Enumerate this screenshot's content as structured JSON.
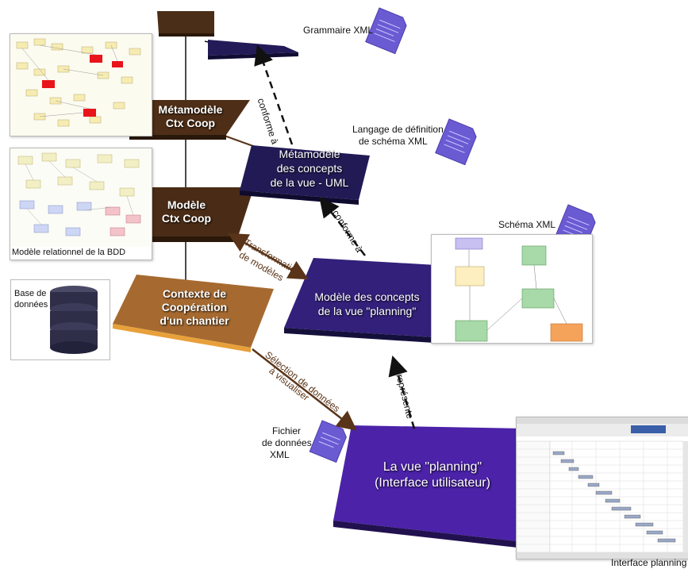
{
  "labels": {
    "grammaire": "Grammaire XML",
    "langage_line1": "Langage de définition",
    "langage_line2": "de schéma XML",
    "schema_xml": "Schéma XML",
    "fichier_line1": "Fichier",
    "fichier_line2": "de données",
    "fichier_line3": "XML",
    "interface_planning": "Interface planning",
    "modele_relationnel": "Modèle relationnel de la BDD",
    "base_line1": "Base de",
    "base_line2": "données"
  },
  "plates": {
    "metamodele_line1": "Métamodèle",
    "metamodele_line2": "Ctx Coop",
    "modele_line1": "Modèle",
    "modele_line2": "Ctx Coop",
    "contexte_line1": "Contexte de",
    "contexte_line2": "Coopération",
    "contexte_line3": "d'un chantier",
    "meta_uml_line1": "Métamodèle",
    "meta_uml_line2": "des concepts",
    "meta_uml_line3": "de la vue - UML",
    "planning_line1": "Modèle des concepts",
    "planning_line2": "de la vue \"planning\"",
    "vue_line1": "La vue \"planning\"",
    "vue_line2": "(Interface utilisateur)"
  },
  "arrows": {
    "conforme1": "conforme à",
    "conforme2": "conforme à",
    "represente": "représente",
    "transformation_line1": "Transformation",
    "transformation_line2": "de modèles",
    "selection_line1": "Sélection de données",
    "selection_line2": "à visualiser"
  },
  "colors": {
    "brown": "#4e2e16",
    "copper": "#a8682e",
    "navy": "#221a55",
    "indigo": "#32207a",
    "violet": "#4b22a8",
    "doc_purple": "#6a5bd3",
    "uml_green": "#a8d9a8",
    "uml_orange": "#f5a35a",
    "uml_lavender": "#c8c0f0"
  }
}
